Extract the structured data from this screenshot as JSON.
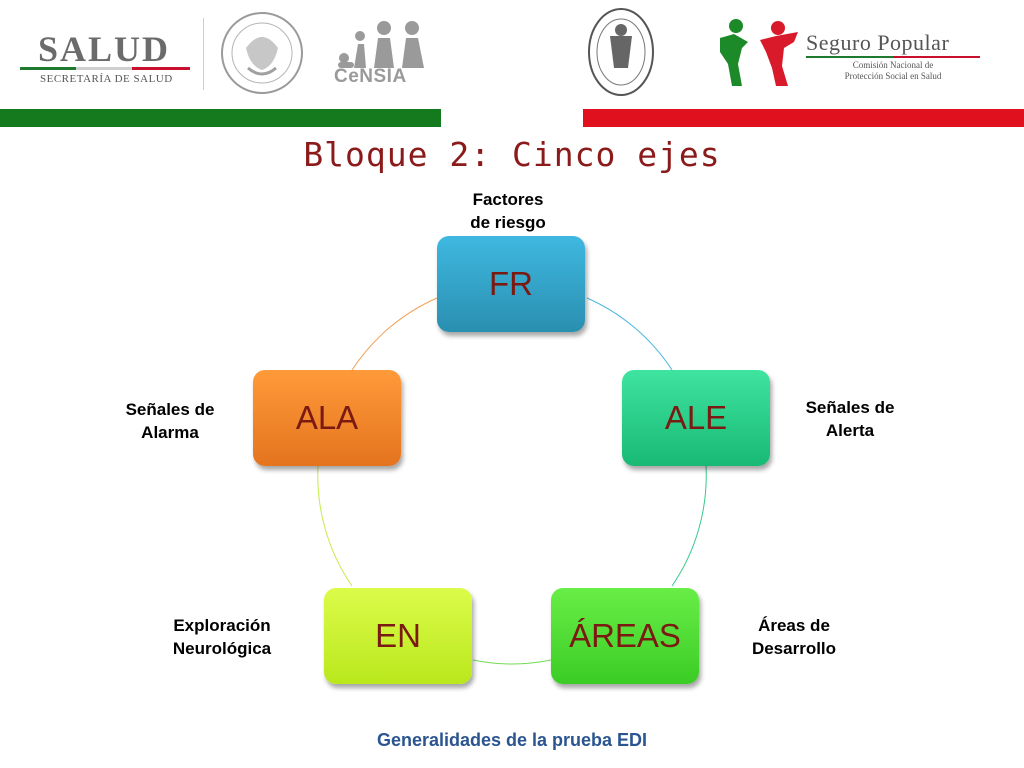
{
  "header": {
    "salud": {
      "title": "SALUD",
      "subtitle": "SECRETARÍA DE SALUD"
    },
    "censia": {
      "title": "CeNSIA"
    },
    "seguro_popular": {
      "title": "Seguro Popular",
      "subtitle_line1": "Comisión Nacional de",
      "subtitle_line2": "Protección Social en Salud"
    }
  },
  "colors": {
    "green_bar": "#157a1e",
    "red_bar": "#e0101e",
    "title": "#8b1a1a"
  },
  "title": "Bloque 2: Cinco ejes",
  "nodes": [
    {
      "id": "fr",
      "label": "FR",
      "caption_line1": "Factores",
      "caption_line2": "de riesgo",
      "color_top": "#3fb8e0",
      "color_bottom": "#2a8fb0",
      "ring_color": "#4cb7df"
    },
    {
      "id": "ale",
      "label": "ALE",
      "caption_line1": "Señales de",
      "caption_line2": "Alerta",
      "color_top": "#3fe4a0",
      "color_bottom": "#18b974",
      "ring_color": "#36c98b"
    },
    {
      "id": "areas",
      "label": "ÁREAS",
      "caption_line1": "Áreas de",
      "caption_line2": "Desarrollo",
      "color_top": "#68ee46",
      "color_bottom": "#3bcc25",
      "ring_color": "#73db53"
    },
    {
      "id": "en",
      "label": "EN",
      "caption_line1": "Exploración",
      "caption_line2": "Neurológica",
      "color_top": "#dcfb4a",
      "color_bottom": "#b9e81c",
      "ring_color": "#c6eb4a"
    },
    {
      "id": "ala",
      "label": "ALA",
      "caption_line1": "Señales de",
      "caption_line2": "Alarma",
      "color_top": "#ff9a3a",
      "color_bottom": "#e4741e",
      "ring_color": "#f3a057"
    }
  ],
  "footer": "Generalidades de la prueba EDI"
}
